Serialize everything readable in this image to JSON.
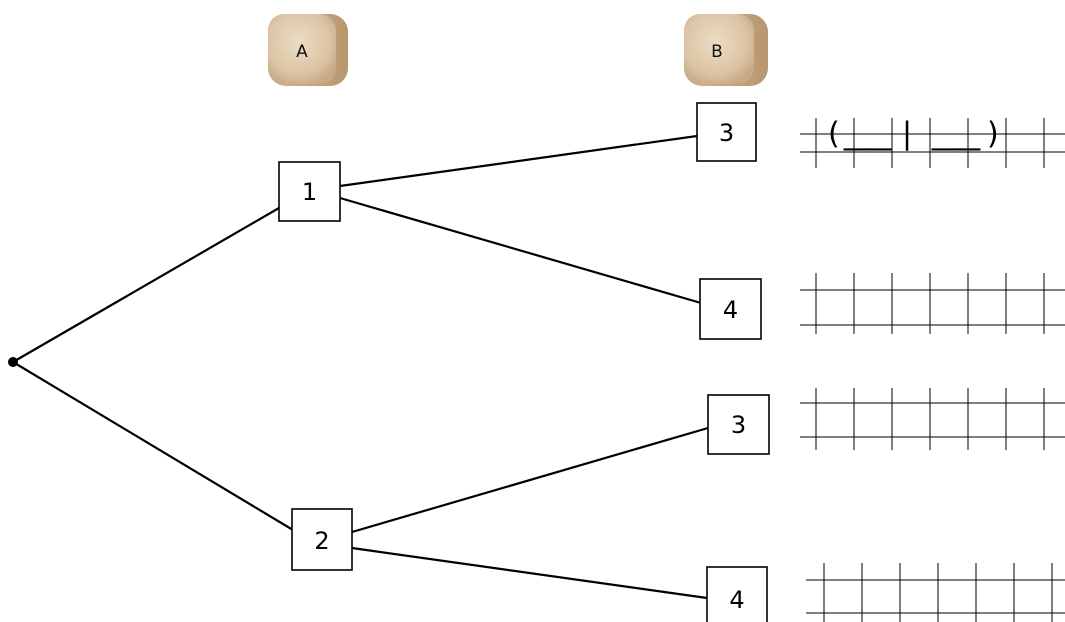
{
  "dice": [
    {
      "label": "A",
      "color": "#e2cdb0"
    },
    {
      "label": "B",
      "color": "#e2cdb0"
    }
  ],
  "tree": {
    "level1": [
      {
        "label": "1",
        "children": [
          "3",
          "4"
        ]
      },
      {
        "label": "2",
        "children": [
          "3",
          "4"
        ]
      }
    ]
  },
  "answer_template": {
    "open_paren": "(",
    "blank_left": "__",
    "separator": "|",
    "blank_right": "__",
    "close_paren": ")"
  }
}
